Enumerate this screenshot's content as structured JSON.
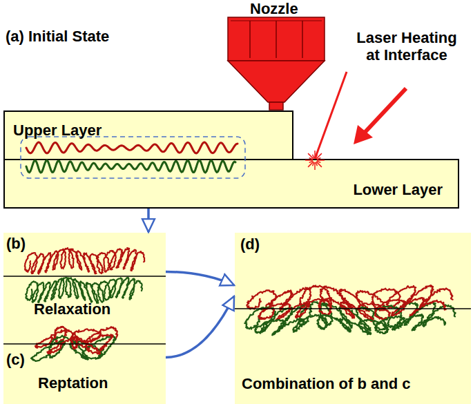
{
  "diagram": {
    "nodes": [
      {
        "text": [
          "Upper Layer"
        ]
      },
      {
        "text": [
          "Lower Layer"
        ]
      },
      {
        "text": [
          "(b)",
          "Relaxation"
        ]
      },
      {
        "text": [
          "(c)",
          "Reptation"
        ]
      },
      {
        "text": [
          "(d)",
          "Combination of b and c"
        ]
      }
    ],
    "edges": [
      {
        "from": 1,
        "to": 2,
        "arrow": "to"
      },
      {
        "from": 2,
        "to": 4,
        "arrow": "to"
      },
      {
        "from": 3,
        "to": 4,
        "arrow": "to"
      }
    ],
    "labels": [
      "(a) Initial State",
      "Nozzle",
      "Laser Heating at Interface"
    ]
  }
}
